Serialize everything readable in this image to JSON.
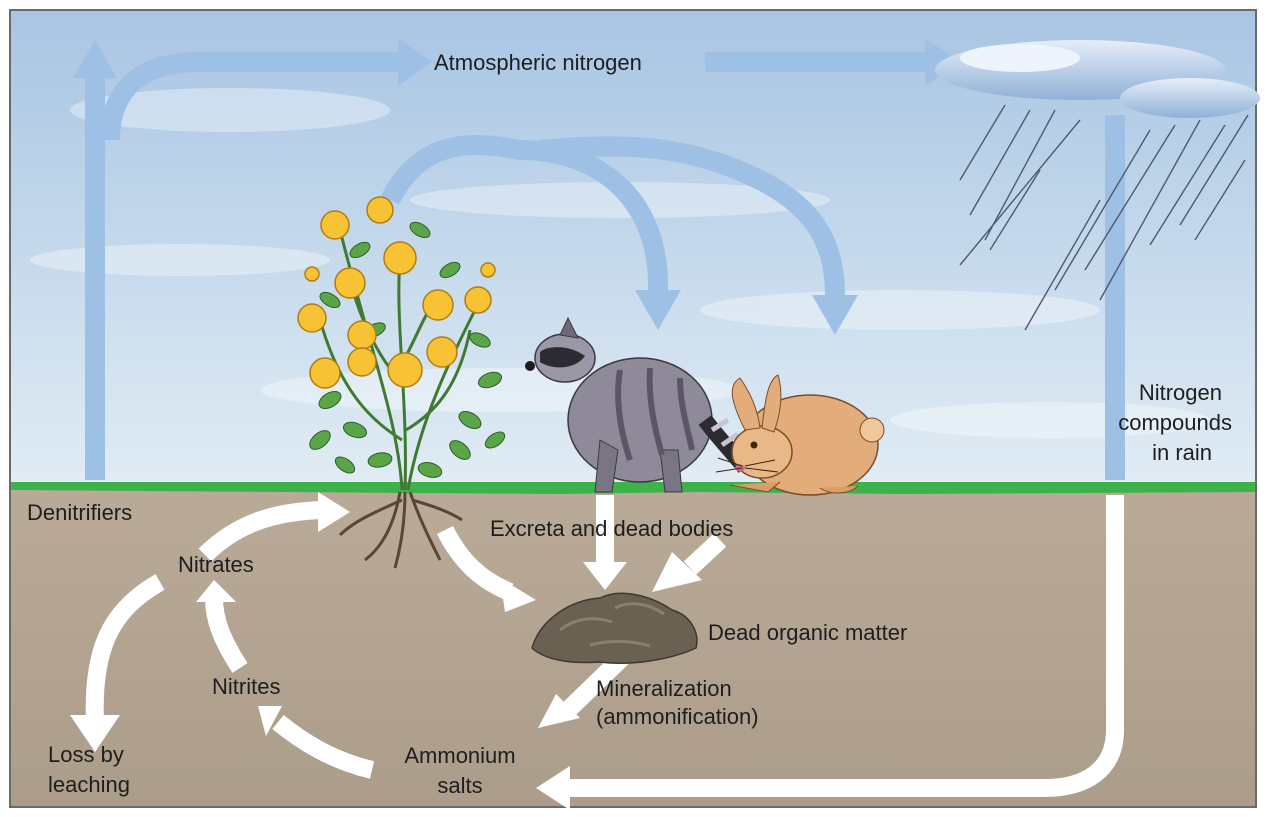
{
  "labels": {
    "atmospheric_nitrogen": "Atmospheric nitrogen",
    "nitrogen_compounds_line1": "Nitrogen",
    "nitrogen_compounds_line2": "compounds",
    "nitrogen_compounds_line3": "in rain",
    "denitrifiers": "Denitrifiers",
    "excreta": "Excreta and dead bodies",
    "nitrates": "Nitrates",
    "dead_organic_matter": "Dead organic matter",
    "mineralization_line1": "Mineralization",
    "mineralization_line2": "(ammonification)",
    "nitrites": "Nitrites",
    "loss_line1": "Loss by",
    "loss_line2": "leaching",
    "ammonium_line1": "Ammonium",
    "ammonium_line2": "salts"
  },
  "colors": {
    "sky_top": "#a9c6e4",
    "sky_bottom": "#d9e7f1",
    "air_arrow": "#9dc0e4",
    "ground_line": "#3db24a",
    "soil": "#b3a593",
    "soil_arrow": "#ffffff",
    "flower": "#f7c234",
    "leaf": "#4e9a3e",
    "raccoon": "#8f8a99",
    "rabbit": "#e2ad7a",
    "organic_matter": "#6b6152",
    "cloud": "#c7d8ec"
  }
}
